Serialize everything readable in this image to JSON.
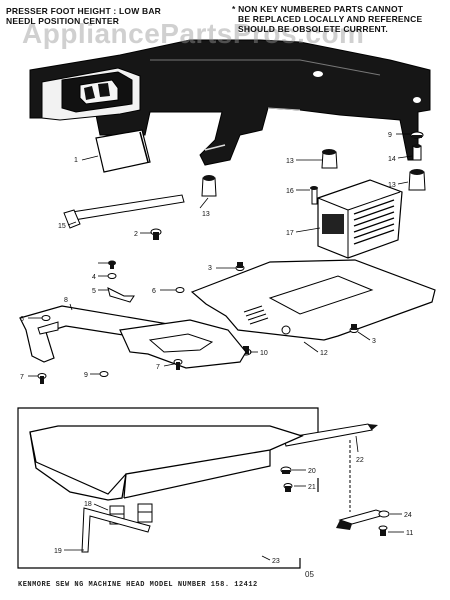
{
  "notes": {
    "presser_line1": "PRESSER FOOT HEIGHT : LOW BAR",
    "presser_line2": "NEEDL POSITION CENTER",
    "nonkey_line1": "* NON KEY NUMBERED PARTS CANNOT",
    "nonkey_line2": "BE REPLACED LOCALLY AND REFERENCE",
    "nonkey_line3": "SHOULD BE OBSOLETE CURRENT."
  },
  "watermark": "AppliancePartsPros.com",
  "footer": "KENMORE SEW NG MACHINE HEAD   MODEL NUMBER 158. 12412",
  "page_number": "05",
  "callouts": {
    "c1": "1",
    "c2": "2",
    "c3a": "3",
    "c3b": "3",
    "c4": "4",
    "c5": "5",
    "c6a": "6",
    "c6b": "6",
    "c7a": "7",
    "c7b": "7",
    "c8": "8",
    "c9a": "9",
    "c9b": "9",
    "c10": "10",
    "c11": "11",
    "c12": "12",
    "c13a": "13",
    "c13b": "13",
    "c13c": "13",
    "c14": "14",
    "c15": "15",
    "c16": "16",
    "c17": "17",
    "c18": "18",
    "c19": "19",
    "c20": "20",
    "c21": "21",
    "c22": "22",
    "c23": "23",
    "c24": "24"
  }
}
